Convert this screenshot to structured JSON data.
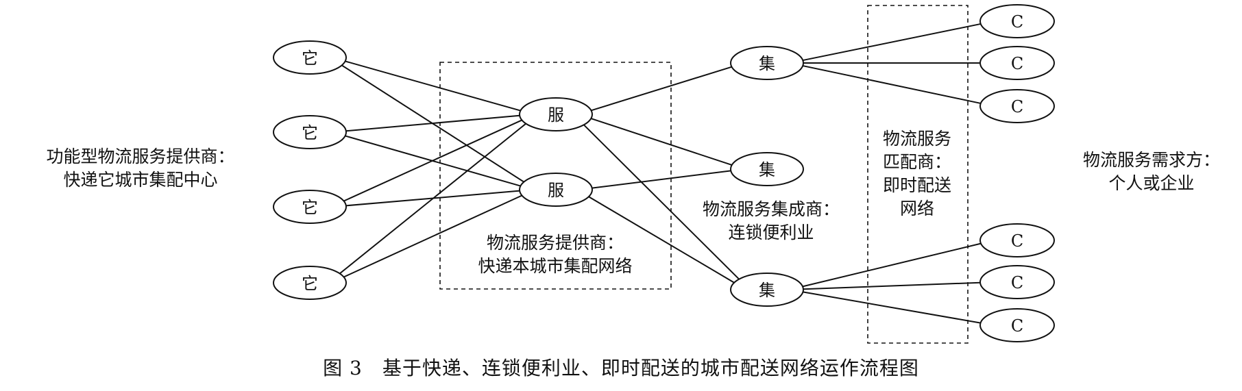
{
  "diagram": {
    "nodes": {
      "center": {
        "label": "它"
      },
      "provider": {
        "label": "服"
      },
      "integrator": {
        "label": "集"
      },
      "customer": {
        "label": "C"
      }
    },
    "labels": {
      "functional_provider": [
        "功能型物流服务提供商：",
        "快递它城市集配中心"
      ],
      "provider_network": [
        "物流服务提供商：",
        "快递本城市集配网络"
      ],
      "integrator": [
        "物流服务集成商：",
        "连锁便利业"
      ],
      "matcher": [
        "物流服务",
        "匹配商：",
        "即时配送",
        "网络"
      ],
      "demand": [
        "物流服务需求方：",
        "个人或企业"
      ]
    },
    "caption": "图 3　基于快递、连锁便利业、即时配送的城市配送网络运作流程图"
  }
}
